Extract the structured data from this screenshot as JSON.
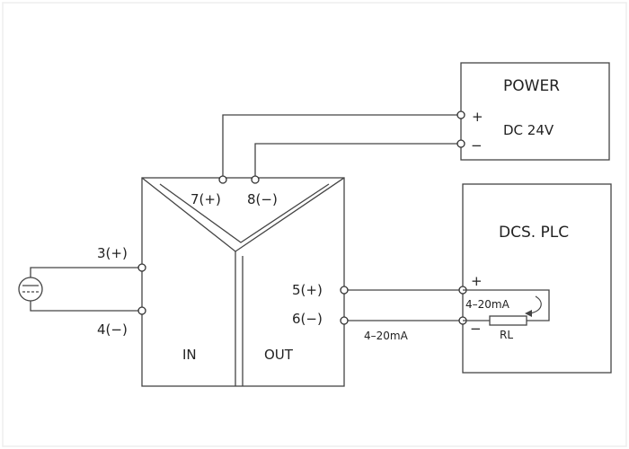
{
  "power": {
    "title": "POWER",
    "voltage": "DC 24V",
    "plus": "+",
    "minus": "−"
  },
  "dcs": {
    "title": "DCS. PLC",
    "plus": "+",
    "minus": "−",
    "loop_current": "4–20mA",
    "resistor": "RL"
  },
  "module": {
    "terminal_7": "7(+)",
    "terminal_8": "8(−)",
    "terminal_3": "3(+)",
    "terminal_4": "4(−)",
    "terminal_5": "5(+)",
    "terminal_6": "6(−)",
    "in_label": "IN",
    "out_label": "OUT"
  },
  "output_signal": "4–20mA",
  "colors": {
    "line": "#444444",
    "text": "#222222",
    "panel_edge": "#e8e8e8"
  }
}
